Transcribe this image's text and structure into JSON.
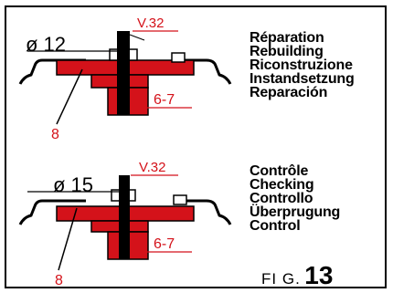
{
  "colors": {
    "accent": "#d4121a",
    "ink": "#000000"
  },
  "top": {
    "diameter": "ø 12",
    "valve": "V.32",
    "ref_parts": "6-7",
    "ref_body": "8",
    "languages": [
      "Réparation",
      "Rebuilding",
      "Riconstruzione",
      "Instandsetzung",
      "Reparación"
    ]
  },
  "bottom": {
    "diameter": "ø 15",
    "valve": "V.32",
    "ref_parts": "6-7",
    "ref_body": "8",
    "languages": [
      "Contrôle",
      "Checking",
      "Controllo",
      "Überprugung",
      "Control"
    ]
  },
  "figure": {
    "prefix": "FI G",
    "dot": ".",
    "number": "13"
  }
}
